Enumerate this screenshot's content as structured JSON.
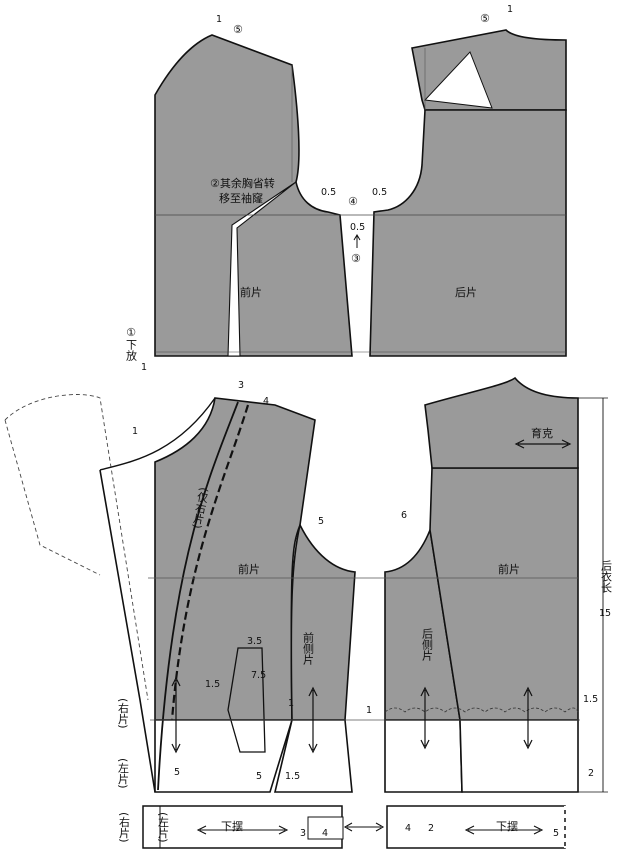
{
  "colors": {
    "panel_fill": "#9a9a9a",
    "outline": "#111111",
    "background": "#ffffff",
    "guide_line": "#777777"
  },
  "top_diagram": {
    "front_label": "前片",
    "back_label": "后片",
    "note_line1": "②其余胸省转",
    "note_line2": "移至袖窿",
    "step_lower_hem": "①下放",
    "step_lower_hem_value": "1",
    "shoulder_left_value": "1",
    "shoulder_left_step": "⑤",
    "shoulder_right_value": "1",
    "shoulder_right_step": "⑤",
    "side_left_value": "0.5",
    "side_right_value": "0.5",
    "side_step": "④",
    "side_raise_value": "0.5",
    "side_raise_step": "③"
  },
  "bottom_diagram": {
    "front_label": "前片",
    "back_label": "前片",
    "front_side_label": "前侧片",
    "back_side_label": "后侧片",
    "right_only_label": "(仅右片)",
    "yoke_label": "育克",
    "back_length_label": "后衣长",
    "back_length_value": "15",
    "right_panel_label": "(右片)",
    "left_panel_label": "(左片)",
    "neck_value": "1",
    "top_value_3": "3",
    "top_value_4": "4",
    "princess_front_value": "5",
    "princess_back_value": "6",
    "pocket_top": "3.5",
    "pocket_side": "7.5",
    "pocket_left": "1.5",
    "pocket_right": "1",
    "hem_marker": "1",
    "hem_right_value": "1.5",
    "hem_bottom_right_value": "2",
    "bottom_left_5": "5",
    "bottom_mid_5": "5",
    "bottom_15": "1.5"
  },
  "hem_strip": {
    "right_panel_label": "(右片)",
    "left_panel_label": "(左片)",
    "left_hem_label": "下摆",
    "right_hem_label": "下摆",
    "value_3": "3",
    "value_4": "4",
    "value_4b": "4",
    "value_2": "2",
    "value_5": "5"
  }
}
